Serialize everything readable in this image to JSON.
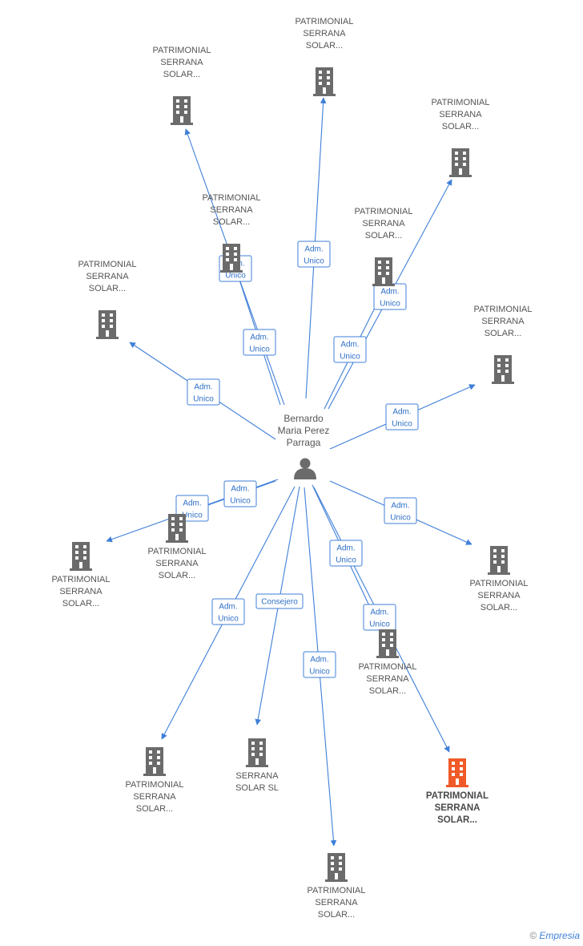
{
  "center": {
    "label_lines": [
      "Bernardo",
      "Maria Perez",
      "Parraga"
    ],
    "icon": "person-icon"
  },
  "colors": {
    "edge": "#3f7fd9",
    "company": "#6b6b6b",
    "highlight": "#f05a28"
  },
  "companies": [
    {
      "id": "c1",
      "label_lines": [
        "PATRIMONIAL",
        "SERRANA",
        "SOLAR..."
      ],
      "highlight": false
    },
    {
      "id": "c2",
      "label_lines": [
        "PATRIMONIAL",
        "SERRANA",
        "SOLAR..."
      ],
      "highlight": false
    },
    {
      "id": "c3",
      "label_lines": [
        "PATRIMONIAL",
        "SERRANA",
        "SOLAR..."
      ],
      "highlight": false
    },
    {
      "id": "c4",
      "label_lines": [
        "PATRIMONIAL",
        "SERRANA",
        "SOLAR..."
      ],
      "highlight": false
    },
    {
      "id": "c5",
      "label_lines": [
        "PATRIMONIAL",
        "SERRANA",
        "SOLAR..."
      ],
      "highlight": false
    },
    {
      "id": "c6",
      "label_lines": [
        "PATRIMONIAL",
        "SERRANA",
        "SOLAR..."
      ],
      "highlight": false
    },
    {
      "id": "c7",
      "label_lines": [
        "PATRIMONIAL",
        "SERRANA",
        "SOLAR..."
      ],
      "highlight": false
    },
    {
      "id": "c8",
      "label_lines": [
        "PATRIMONIAL",
        "SERRANA",
        "SOLAR..."
      ],
      "highlight": false
    },
    {
      "id": "c9",
      "label_lines": [
        "PATRIMONIAL",
        "SERRANA",
        "SOLAR..."
      ],
      "highlight": false
    },
    {
      "id": "c10",
      "label_lines": [
        "PATRIMONIAL",
        "SERRANA",
        "SOLAR..."
      ],
      "highlight": false
    },
    {
      "id": "c11",
      "label_lines": [
        "PATRIMONIAL",
        "SERRANA",
        "SOLAR..."
      ],
      "highlight": false
    },
    {
      "id": "c12",
      "label_lines": [
        "PATRIMONIAL",
        "SERRANA",
        "SOLAR..."
      ],
      "highlight": false
    },
    {
      "id": "c13",
      "label_lines": [
        "SERRANA",
        "SOLAR SL"
      ],
      "highlight": false
    },
    {
      "id": "c14",
      "label_lines": [
        "PATRIMONIAL",
        "SERRANA",
        "SOLAR..."
      ],
      "highlight": true
    },
    {
      "id": "c15",
      "label_lines": [
        "PATRIMONIAL",
        "SERRANA",
        "SOLAR..."
      ],
      "highlight": false
    }
  ],
  "edges": [
    {
      "to": "c1",
      "label_lines": [
        "Adm.",
        "Unico"
      ]
    },
    {
      "to": "c2",
      "label_lines": [
        "Adm.",
        "Unico"
      ]
    },
    {
      "to": "c3",
      "label_lines": [
        "Adm.",
        "Unico"
      ]
    },
    {
      "to": "c4",
      "label_lines": [
        "Adm.",
        "Unico"
      ]
    },
    {
      "to": "c5",
      "label_lines": [
        "Adm.",
        "Unico"
      ]
    },
    {
      "to": "c6",
      "label_lines": [
        "Adm.",
        "Unico"
      ]
    },
    {
      "to": "c7",
      "label_lines": [
        "Adm.",
        "Unico"
      ]
    },
    {
      "to": "c8",
      "label_lines": [
        "Adm.",
        "Unico"
      ]
    },
    {
      "to": "c9",
      "label_lines": [
        "Adm.",
        "Unico"
      ]
    },
    {
      "to": "c10",
      "label_lines": [
        "Adm.",
        "Unico"
      ]
    },
    {
      "to": "c11",
      "label_lines": [
        "Adm.",
        "Unico"
      ]
    },
    {
      "to": "c12",
      "label_lines": [
        "Adm.",
        "Unico"
      ]
    },
    {
      "to": "c13",
      "label_lines": [
        "Consejero"
      ]
    },
    {
      "to": "c14",
      "label_lines": [
        "Adm.",
        "Unico"
      ]
    },
    {
      "to": "c15",
      "label_lines": [
        "Adm.",
        "Unico"
      ]
    },
    {
      "to": "c6",
      "label_lines": [
        "Adm.",
        "Unico"
      ]
    },
    {
      "to": "c11",
      "label_lines": [
        "Adm.",
        "Unico"
      ]
    }
  ],
  "watermark": {
    "copyright": "©",
    "brand": "Empresia"
  }
}
